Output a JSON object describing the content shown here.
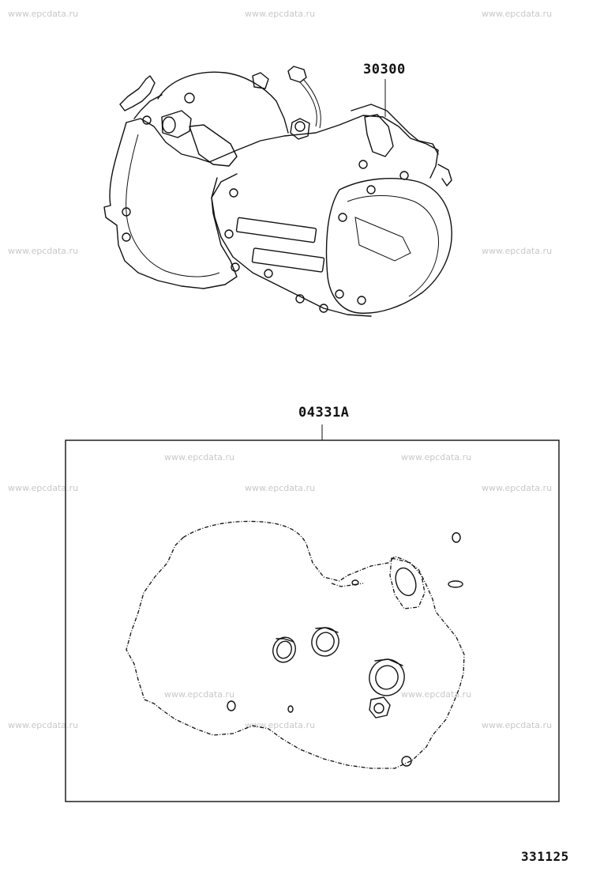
{
  "watermark": "www.epcdata.ru",
  "callouts": {
    "transaxle_part": "30300",
    "gasket_kit_part": "04331A"
  },
  "figure_number": "331125"
}
